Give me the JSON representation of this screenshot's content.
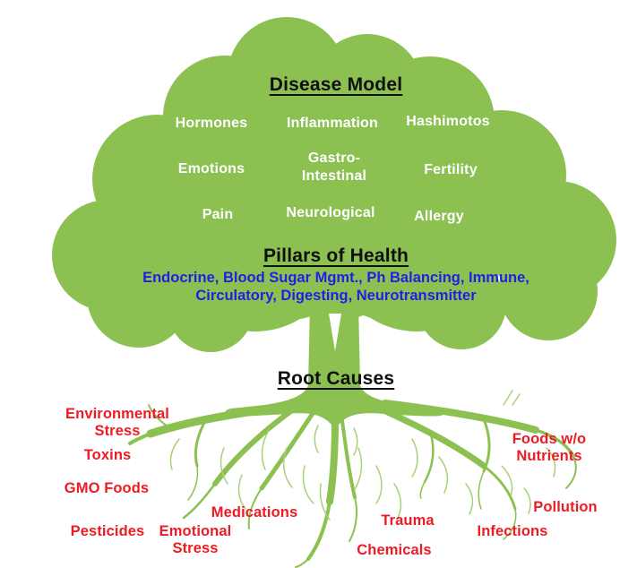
{
  "colors": {
    "tree_green": "#8CC152",
    "fine_root_green": "#A7D077",
    "background": "#FFFFFF",
    "heading_text": "#0F0F0F",
    "canopy_label_text": "#FFFFFF",
    "pillars_text": "#1F1FE6",
    "root_label_text": "#ED1C24"
  },
  "canopy": {
    "title": "Disease Model",
    "labels": [
      "Hormones",
      "Inflammation",
      "Hashimotos",
      "Emotions",
      "Gastro-\nIntestinal",
      "Fertility",
      "Pain",
      "Neurological",
      "Allergy"
    ]
  },
  "pillars": {
    "title": "Pillars of Health",
    "list": "Endocrine, Blood Sugar Mgmt., Ph Balancing, Immune,\nCirculatory, Digesting, Neurotransmitter"
  },
  "roots": {
    "title": "Root Causes",
    "labels": [
      "Environmental\nStress",
      "Toxins",
      "GMO Foods",
      "Pesticides",
      "Emotional\nStress",
      "Medications",
      "Chemicals",
      "Trauma",
      "Infections",
      "Pollution",
      "Foods w/o\nNutrients"
    ]
  }
}
